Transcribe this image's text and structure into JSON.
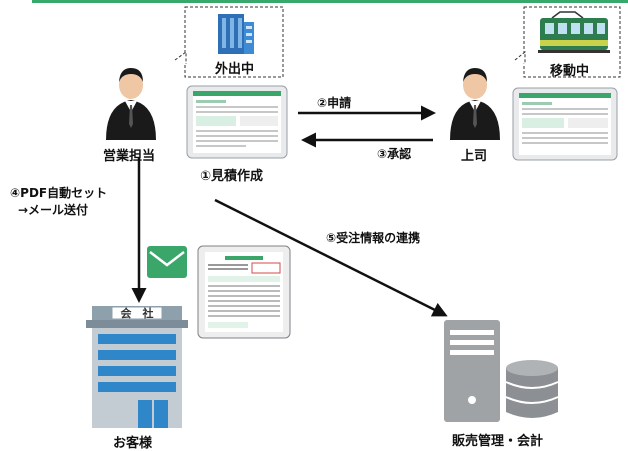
{
  "actors": {
    "sales": "営業担当",
    "boss": "上司",
    "customer": "お客様",
    "erp": "販売管理・会計"
  },
  "status": {
    "away": "外出中",
    "moving": "移動中"
  },
  "building_sign": "会　社",
  "steps": {
    "s1": "①見積作成",
    "s2": "②申請",
    "s3": "③承認",
    "s4_line1": "④PDF自動セット",
    "s4_line2": "→メール送付",
    "s5": "⑤受注情報の連携"
  },
  "colors": {
    "accent_green": "#39a96b",
    "building_blue": "#2f86c9",
    "building_gray": "#7d8c99",
    "server_gray": "#a0a3a6",
    "suit_black": "#1a1a1a"
  }
}
